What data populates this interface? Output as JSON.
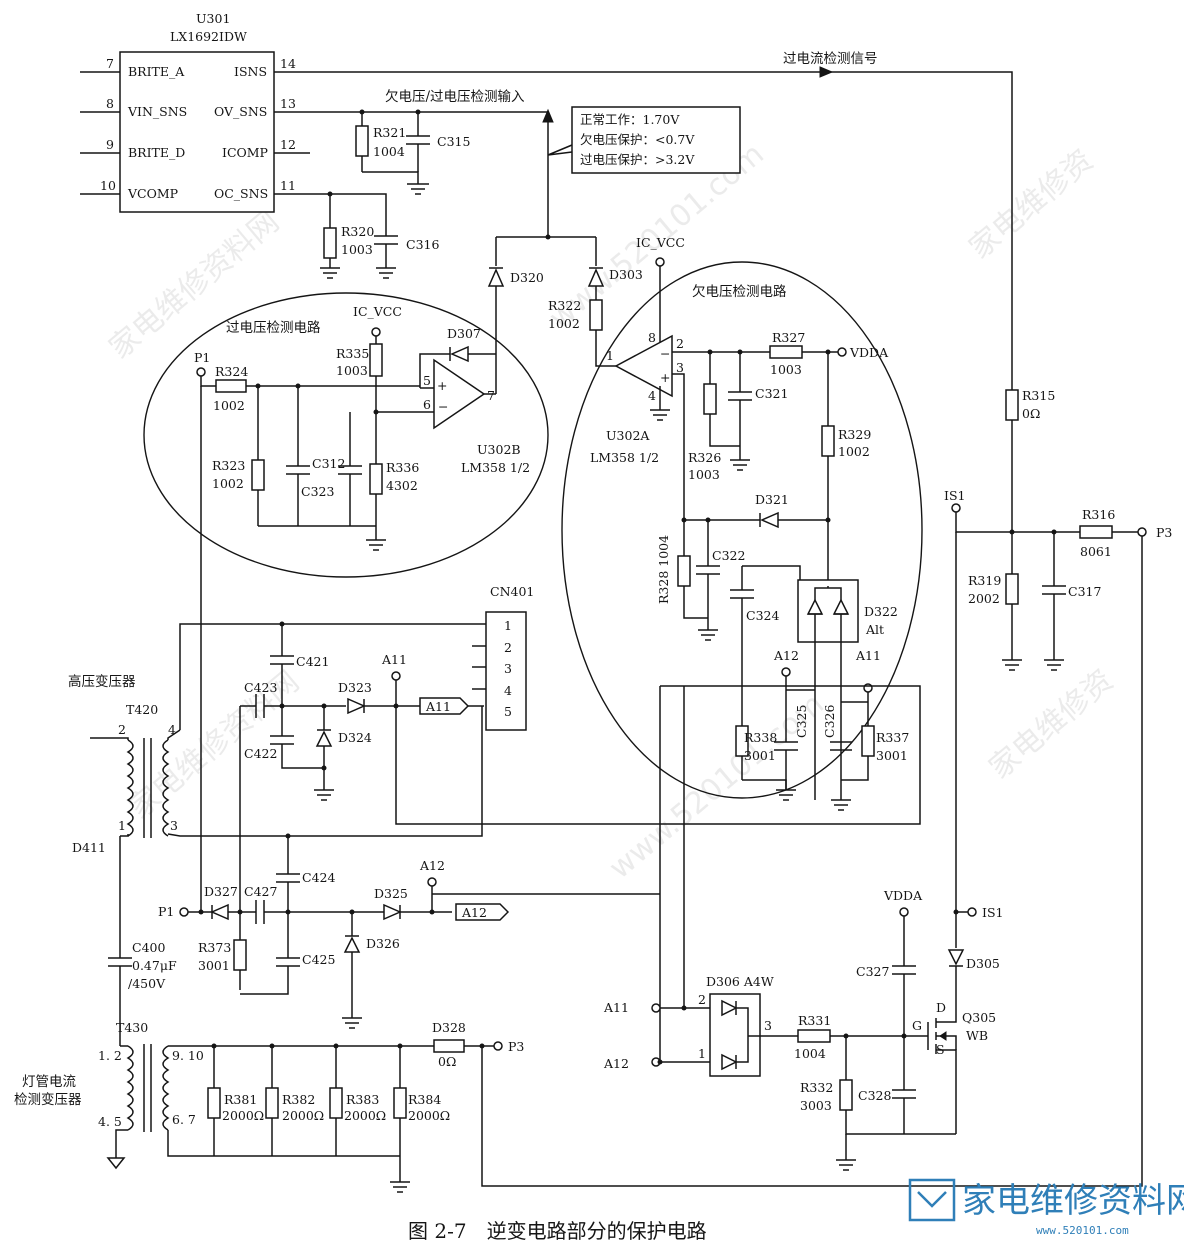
{
  "ic": {
    "ref": "U301",
    "part": "LX1692IDW",
    "pins_left": [
      {
        "num": "7",
        "name": "BRITE_A"
      },
      {
        "num": "8",
        "name": "VIN_SNS"
      },
      {
        "num": "9",
        "name": "BRITE_D"
      },
      {
        "num": "10",
        "name": "VCOMP"
      }
    ],
    "pins_right": [
      {
        "num": "14",
        "name": "ISNS"
      },
      {
        "num": "13",
        "name": "OV_SNS"
      },
      {
        "num": "12",
        "name": "ICOMP"
      },
      {
        "num": "11",
        "name": "OC_SNS"
      }
    ]
  },
  "signals": {
    "overcurrent": "过电流检测信号",
    "uv_ov_input": "欠电压/过电压检测输入"
  },
  "note": {
    "line1": "正常工作：1.70V",
    "line2": "欠电压保护：<0.7V",
    "line3": "过电压保护：>3.2V"
  },
  "sections": {
    "ov": "过电压检测电路",
    "uv": "欠电压检测电路",
    "hv_transformer": "高压变压器",
    "lamp_transformer_1": "灯管电流",
    "lamp_transformer_2": "检测变压器"
  },
  "components": {
    "R321": [
      "R321",
      "1004"
    ],
    "C315": "C315",
    "R320": [
      "R320",
      "1003"
    ],
    "C316": "C316",
    "D320": "D320",
    "D303": "D303",
    "R322": [
      "R322",
      "1002"
    ],
    "IC_VCC_1": "IC_VCC",
    "IC_VCC_2": "IC_VCC",
    "R335": [
      "R335",
      "1003"
    ],
    "D307": "D307",
    "P1": "P1",
    "R324": [
      "R324",
      "1002"
    ],
    "R323": [
      "R323",
      "1002"
    ],
    "C323": "C323",
    "C312": "C312",
    "R336": [
      "R336",
      "4302"
    ],
    "U302B": [
      "U302B",
      "LM358 1/2"
    ],
    "U302A": [
      "U302A",
      "LM358 1/2"
    ],
    "R327": [
      "R327",
      "1003"
    ],
    "VDDA": "VDDA",
    "C321": "C321",
    "R326": [
      "R326",
      "1003"
    ],
    "R329": [
      "R329",
      "1002"
    ],
    "D321": "D321",
    "R328": [
      "R328 1004"
    ],
    "C322": "C322",
    "C324": "C324",
    "D322": [
      "D322",
      "Alt"
    ],
    "A12": "A12",
    "A11": "A11",
    "R338": [
      "R338",
      "3001"
    ],
    "C325": "C325",
    "C326": "C326",
    "R337": [
      "R337",
      "3001"
    ],
    "R315": [
      "R315",
      "0Ω"
    ],
    "IS1": "IS1",
    "R316": [
      "R316",
      "8061"
    ],
    "P3": "P3",
    "R319": [
      "R319",
      "2002"
    ],
    "C317": "C317",
    "CN401": "CN401",
    "C421": "C421",
    "C423": "C423",
    "D323": "D323",
    "C422": "C422",
    "D324": "D324",
    "T420": "T420",
    "D411": "D411",
    "D327": "D327",
    "C427": "C427",
    "C424": "C424",
    "D325": "D325",
    "R373": [
      "R373",
      "3001"
    ],
    "C425": "C425",
    "D326": "D326",
    "C400": [
      "C400",
      "0.47μF",
      "/450V"
    ],
    "T430": "T430",
    "D328": [
      "D328",
      "0Ω"
    ],
    "R381": [
      "R381",
      "2000Ω"
    ],
    "R382": [
      "R382",
      "2000Ω"
    ],
    "R383": [
      "R383",
      "2000Ω"
    ],
    "R384": [
      "R384",
      "2000Ω"
    ],
    "D306": "D306 A4W",
    "R331": [
      "R331",
      "1004"
    ],
    "R332": [
      "R332",
      "3003"
    ],
    "C327": "C327",
    "C328": "C328",
    "D305": "D305",
    "Q305": [
      "Q305",
      "WB"
    ]
  },
  "caption": "图 2-7　逆变电路部分的保护电路",
  "watermark": {
    "logo": "家电维修资料网",
    "url": "www.520101.com"
  }
}
